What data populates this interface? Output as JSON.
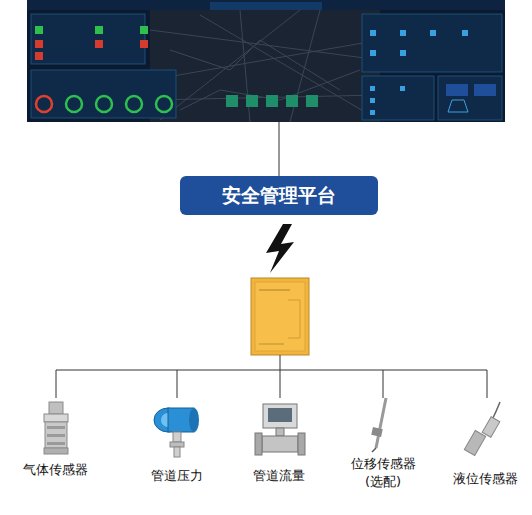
{
  "diagram": {
    "nodes": [
      {
        "text": [
          "安全管理平台"
        ]
      }
    ],
    "labels": [
      "气体传感器",
      "管道压力",
      "管道流量",
      "位移传感器 (选配)",
      "液位传感器"
    ]
  }
}
